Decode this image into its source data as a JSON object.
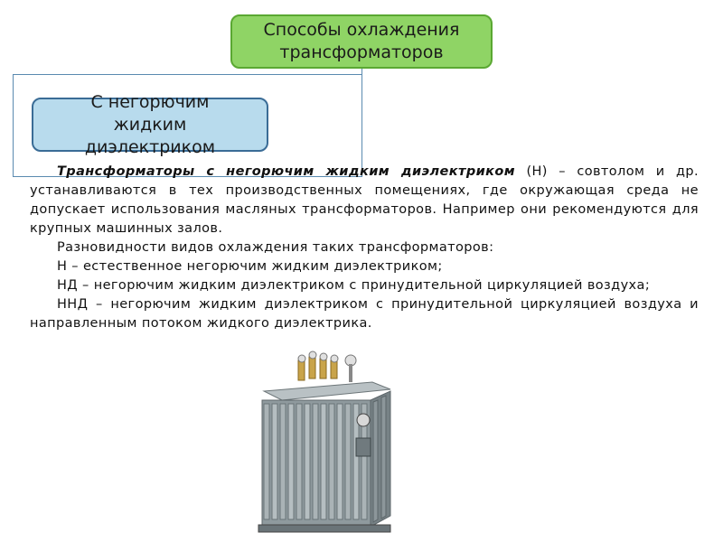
{
  "header_box": {
    "text": "Способы охлаждения\nтрансформаторов"
  },
  "sub_box": {
    "text": "С негорючим\nжидким\nдиэлектриком"
  },
  "body": {
    "p1_lead": "Трансформаторы с негорючим жидким диэлектриком",
    "p1_rest": " (Н) – совтолом и др. устанавливаются в тех производственных помещениях, где окружающая среда не допускает использования масляных трансформаторов. Например они рекомендуются для крупных машинных залов.",
    "p2": "Разновидности видов охлаждения таких трансформаторов:",
    "p3": "Н – естественное негорючим жидким диэлектриком;",
    "p4": "НД – негорючим жидким диэлектриком с принудительной циркуляцией воздуха;",
    "p5": "ННД – негорючим жидким диэлектриком с принудительной циркуляцией воздуха и направленным потоком жидкого диэлектрика."
  },
  "colors": {
    "header_fill": "#8fd465",
    "header_border": "#5aa832",
    "sub_fill": "#b8dbed",
    "sub_border": "#3a6c96",
    "connector": "#5a8ab0"
  },
  "image": {
    "icon": "transformer-icon"
  }
}
